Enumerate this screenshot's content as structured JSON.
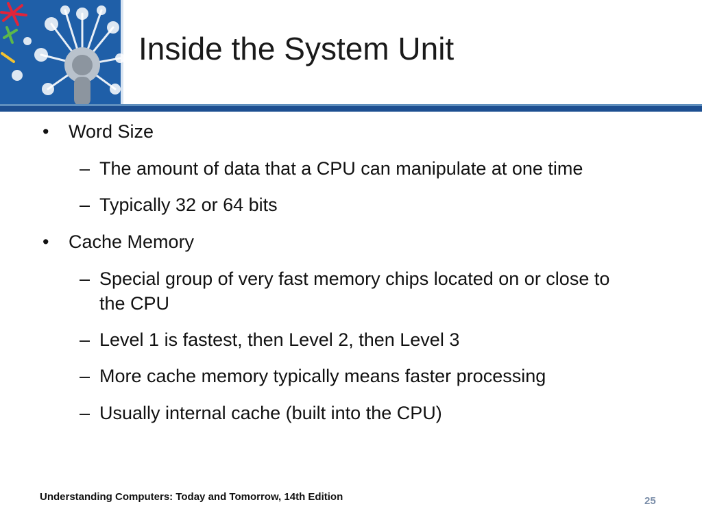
{
  "slide": {
    "title": "Inside the System Unit",
    "bullets": [
      {
        "text": "Word Size",
        "subs": [
          "The amount of data that a CPU can manipulate at one time",
          "Typically 32 or 64 bits"
        ]
      },
      {
        "text": "Cache Memory",
        "subs": [
          "Special group of very fast memory chips located on or close to the CPU",
          "Level 1 is fastest, then Level 2, then Level 3",
          "More cache memory typically means faster processing",
          "Usually internal cache (built into the CPU)"
        ]
      }
    ],
    "footer": "Understanding Computers: Today and Tomorrow, 14th Edition",
    "page_number": "25"
  },
  "markers": {
    "bullet": "•",
    "dash": "–"
  },
  "colors": {
    "header_band": "#1d4f91",
    "logo_bg": "#1f5fa8",
    "page_number": "#7a8da8"
  },
  "icons": {
    "logo": "dandelion-logo-icon"
  }
}
